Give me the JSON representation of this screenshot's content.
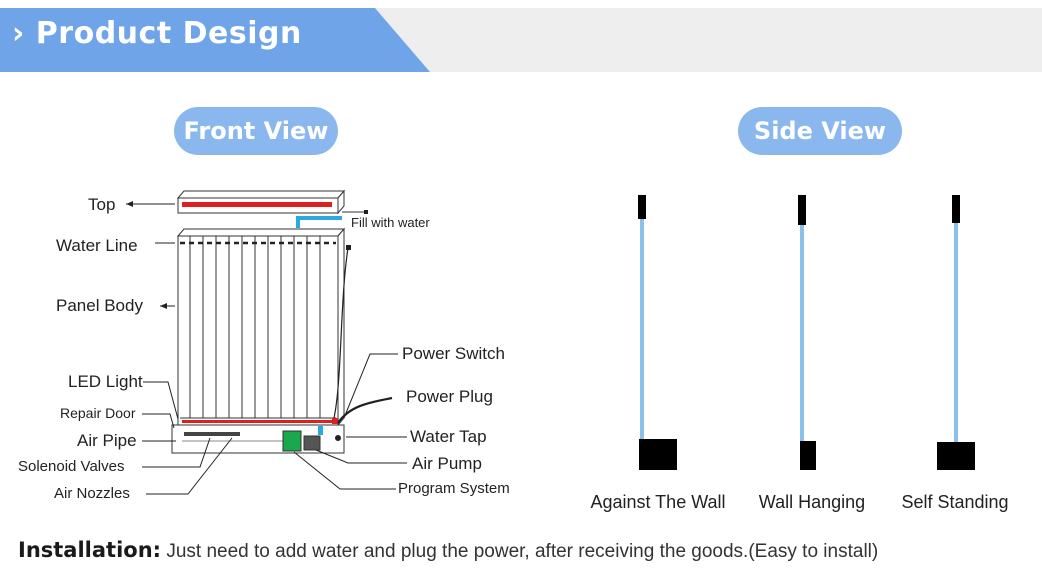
{
  "banner": {
    "title": "› Product Design"
  },
  "front_view": {
    "title": "Front View",
    "labels": {
      "top": "Top",
      "fill": "Fill with water",
      "water_line": "Water Line",
      "panel_body": "Panel Body",
      "led_light": "LED Light",
      "repair_door": "Repair Door",
      "air_pipe": "Air Pipe",
      "solenoid_valves": "Solenoid Valves",
      "air_nozzles": "Air Nozzles",
      "power_switch": "Power Switch",
      "power_plug": "Power Plug",
      "water_tap": "Water Tap",
      "air_pump": "Air Pump",
      "program_system": "Program System"
    }
  },
  "side_view": {
    "title": "Side View",
    "items": [
      "Against The Wall",
      "Wall Hanging",
      "Self Standing"
    ]
  },
  "installation": {
    "heading": "Installation:",
    "text": " Just need to add water and plug the power, after receiving the goods.(Easy to install)"
  },
  "colors": {
    "banner": "#6fa4e8",
    "pill": "#8ab8ee",
    "tube": "#8cc0ec",
    "led": "#e02020",
    "fill": "#2aa8e0"
  }
}
